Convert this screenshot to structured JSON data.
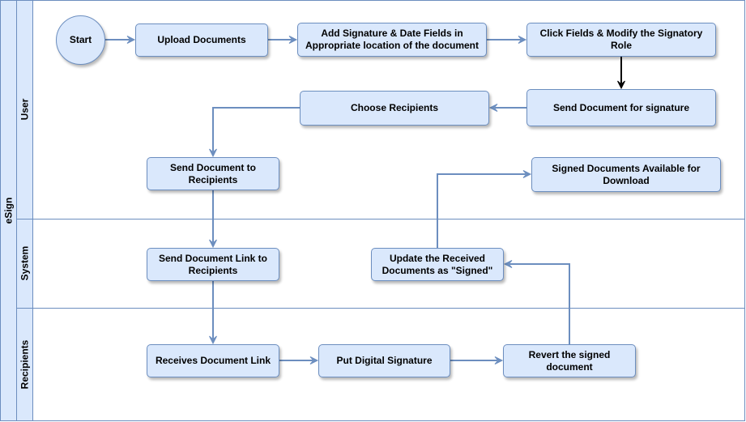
{
  "diagram": {
    "pool": {
      "label": "eSign"
    },
    "lanes": [
      {
        "id": "user",
        "label": "User"
      },
      {
        "id": "system",
        "label": "System"
      },
      {
        "id": "recipients",
        "label": "Recipients"
      }
    ],
    "nodes": [
      {
        "id": "start",
        "label": "Start"
      },
      {
        "id": "upload",
        "label": "Upload Documents"
      },
      {
        "id": "add_fields",
        "label": "Add Signature & Date Fields in Appropriate location of the document"
      },
      {
        "id": "click_fields",
        "label": "Click Fields & Modify the Signatory Role"
      },
      {
        "id": "send_for_sig",
        "label": "Send Document for signature"
      },
      {
        "id": "choose_recipients",
        "label": "Choose Recipients"
      },
      {
        "id": "send_to_recipients",
        "label": "Send Document to Recipients"
      },
      {
        "id": "signed_available",
        "label": "Signed Documents Available for Download"
      },
      {
        "id": "send_link",
        "label": "Send Document Link to Recipients"
      },
      {
        "id": "update_signed",
        "label": "Update the Received Documents as \"Signed\""
      },
      {
        "id": "receive_link",
        "label": "Receives Document Link"
      },
      {
        "id": "put_signature",
        "label": "Put Digital Signature"
      },
      {
        "id": "revert_signed",
        "label": "Revert the signed document"
      }
    ],
    "edges": [
      {
        "from": "start",
        "to": "upload"
      },
      {
        "from": "upload",
        "to": "add_fields"
      },
      {
        "from": "add_fields",
        "to": "click_fields"
      },
      {
        "from": "click_fields",
        "to": "send_for_sig"
      },
      {
        "from": "send_for_sig",
        "to": "choose_recipients"
      },
      {
        "from": "choose_recipients",
        "to": "send_to_recipients"
      },
      {
        "from": "send_to_recipients",
        "to": "send_link"
      },
      {
        "from": "send_link",
        "to": "receive_link"
      },
      {
        "from": "receive_link",
        "to": "put_signature"
      },
      {
        "from": "put_signature",
        "to": "revert_signed"
      },
      {
        "from": "revert_signed",
        "to": "update_signed"
      },
      {
        "from": "update_signed",
        "to": "signed_available"
      }
    ],
    "colors": {
      "node_fill": "#dae8fc",
      "node_stroke": "#6c8ebf",
      "edge": "#6c8ebf",
      "edge_dark": "#000000"
    }
  }
}
